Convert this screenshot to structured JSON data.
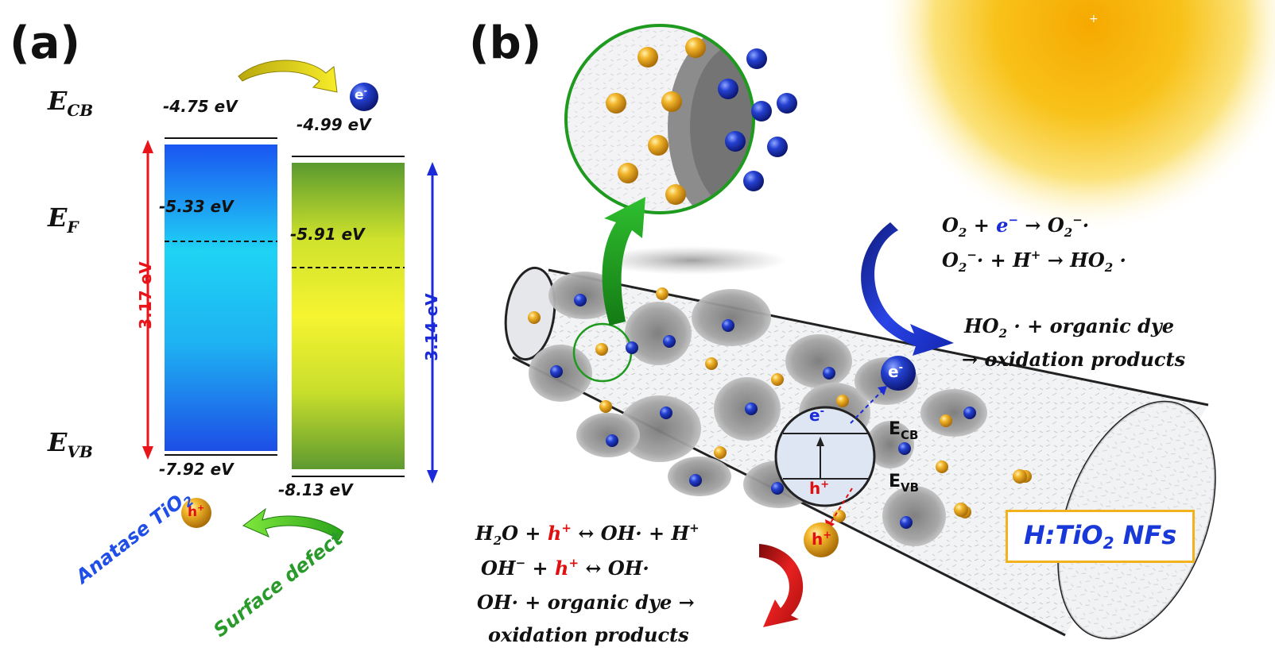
{
  "panel_a": {
    "label": "(a)",
    "levels": {
      "cb_base": "E",
      "cb_sub": "CB",
      "f_base": "E",
      "f_sub": "F",
      "vb_base": "E",
      "vb_sub": "VB"
    },
    "anatase": {
      "cb": "-4.75 eV",
      "ef": "-5.33 eV",
      "vb": "-7.92 eV",
      "gap": "3.17 eV",
      "name_main": "Anatase TiO",
      "name_sub": "2",
      "color": "#1f4fe6"
    },
    "defect": {
      "cb": "-4.99 eV",
      "ef": "-5.91 eV",
      "vb": "-8.13 eV",
      "gap": "3.14 eV",
      "name": "Surface defect",
      "color": "#2a9b2a"
    },
    "electron": {
      "symbol": "e",
      "charge": "-"
    },
    "hole": {
      "symbol": "h",
      "charge": "+"
    }
  },
  "panel_b": {
    "label": "(b)",
    "product": {
      "main": "H:TiO",
      "sub": "2",
      "tail": " NFs"
    },
    "inset": {
      "electron": "e",
      "electron_charge": "-",
      "hole": "h",
      "hole_charge": "+",
      "cb_base": "E",
      "cb_sub": "CB",
      "vb_base": "E",
      "vb_sub": "VB"
    },
    "particle_electron": {
      "symbol": "e",
      "charge": "-"
    },
    "particle_hole": {
      "symbol": "h",
      "charge": "+"
    },
    "eq_electron_1": {
      "o2": "O",
      "o2_sub": "2",
      "plus": " + ",
      "e": "e",
      "e_sup": "−",
      "arrow": " → ",
      "rhs": "O",
      "rhs_sub": "2",
      "rhs_sup": "−",
      "rhs_tail": "·"
    },
    "eq_electron_2": {
      "lhs": "O",
      "lhs_sub": "2",
      "lhs_sup": "−",
      "lhs_tail": "· + H",
      "h_sup": "+",
      "arrow": " → HO",
      "ho_sub": "2",
      "tail": " ·"
    },
    "eq_electron_3": {
      "lhs": "HO",
      "lhs_sub": "2",
      "tail": " · + organic dye"
    },
    "eq_electron_4": {
      "text": "→ oxidation products"
    },
    "eq_hole_1": {
      "lhs": "H",
      "lhs_sub": "2",
      "o": "O + ",
      "h": "h",
      "h_sup": "+",
      "mid": " ↔ OH· + H",
      "h2_sup": "+"
    },
    "eq_hole_2": {
      "lhs": "OH",
      "lhs_sup": "−",
      "plus": " + ",
      "h": "h",
      "h_sup": "+",
      "tail": " ↔ OH·"
    },
    "eq_hole_3": {
      "text": "OH· + organic dye →"
    },
    "eq_hole_4": {
      "text": "oxidation products"
    }
  },
  "colors": {
    "electron_blue": "#1a2ad8",
    "hole_red": "#e01010",
    "gap_red": "#e8141a",
    "gap_blue": "#1a2ad8",
    "arrow_yellow": "#f2e21c",
    "arrow_green": "#3ccd14",
    "arrow_dark_green": "#1e9a1e",
    "arrow_navy": "#1e2ed0",
    "arrow_crimson": "#d0121a",
    "frame_orange": "#f3b21d"
  }
}
